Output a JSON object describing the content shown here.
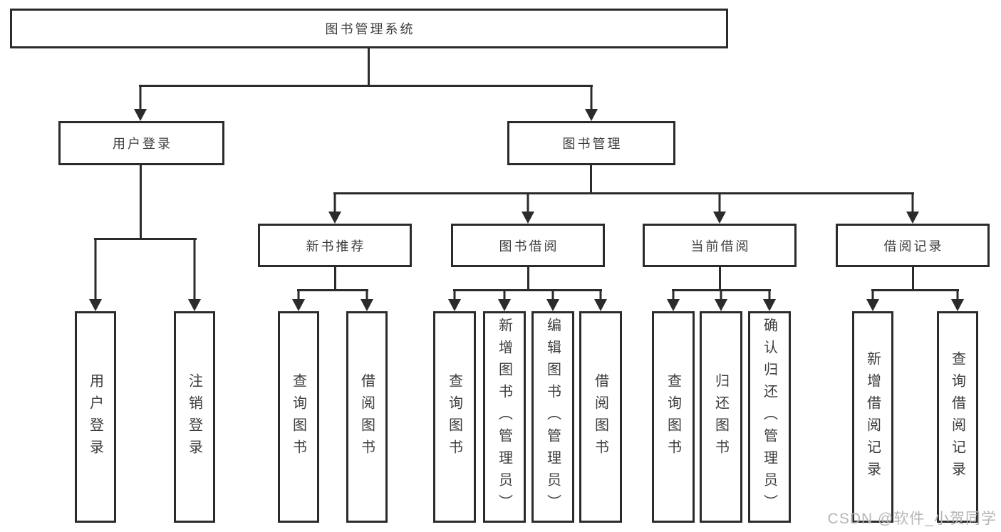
{
  "diagram": {
    "title": "图书管理系统",
    "line_color": "#2b2b2b",
    "text_color": "#3d3d3d",
    "root": {
      "label": "图书管理系统",
      "children": [
        {
          "label": "用户登录",
          "children": [
            {
              "label": "用户登录"
            },
            {
              "label": "注销登录"
            }
          ]
        },
        {
          "label": "图书管理",
          "children": [
            {
              "label": "新书推荐",
              "children": [
                {
                  "label": "查询图书"
                },
                {
                  "label": "借阅图书"
                }
              ]
            },
            {
              "label": "图书借阅",
              "children": [
                {
                  "label": "查询图书"
                },
                {
                  "label": "新增图书（管理员）"
                },
                {
                  "label": "编辑图书（管理员）"
                },
                {
                  "label": "借阅图书"
                }
              ]
            },
            {
              "label": "当前借阅",
              "children": [
                {
                  "label": "查询图书"
                },
                {
                  "label": "归还图书"
                },
                {
                  "label": "确认归还（管理员）"
                }
              ]
            },
            {
              "label": "借阅记录",
              "children": [
                {
                  "label": "新增借阅记录"
                },
                {
                  "label": "查询借阅记录"
                }
              ]
            }
          ]
        }
      ]
    }
  },
  "watermark": {
    "text": "CSDN @软件_小贺同学"
  }
}
